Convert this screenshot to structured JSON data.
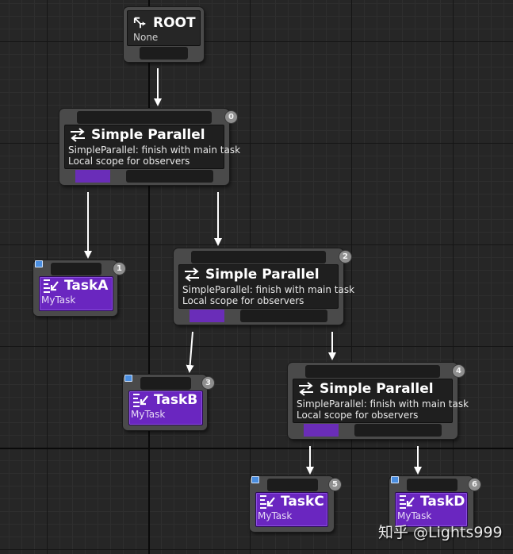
{
  "canvas": {
    "background": "#262626",
    "purple": "#6a26c0"
  },
  "nodes": {
    "root": {
      "title": "ROOT",
      "subtitle": "None",
      "icon": "root-icon"
    },
    "parallel_0": {
      "index": "0",
      "title": "Simple Parallel",
      "line1": "SimpleParallel: finish with main task",
      "line2": "Local scope for observers",
      "icon": "parallel-icon"
    },
    "task_a": {
      "index": "1",
      "title": "TaskA",
      "subtitle": "MyTask",
      "icon": "task-icon"
    },
    "parallel_2": {
      "index": "2",
      "title": "Simple Parallel",
      "line1": "SimpleParallel: finish with main task",
      "line2": "Local scope for observers",
      "icon": "parallel-icon"
    },
    "task_b": {
      "index": "3",
      "title": "TaskB",
      "subtitle": "MyTask",
      "icon": "task-icon"
    },
    "parallel_4": {
      "index": "4",
      "title": "Simple Parallel",
      "line1": "SimpleParallel: finish with main task",
      "line2": "Local scope for observers",
      "icon": "parallel-icon"
    },
    "task_c": {
      "index": "5",
      "title": "TaskC",
      "subtitle": "MyTask",
      "icon": "task-icon"
    },
    "task_d": {
      "index": "6",
      "title": "TaskD",
      "subtitle": "MyTask",
      "icon": "task-icon"
    }
  },
  "watermark": "知乎 @Lights999"
}
